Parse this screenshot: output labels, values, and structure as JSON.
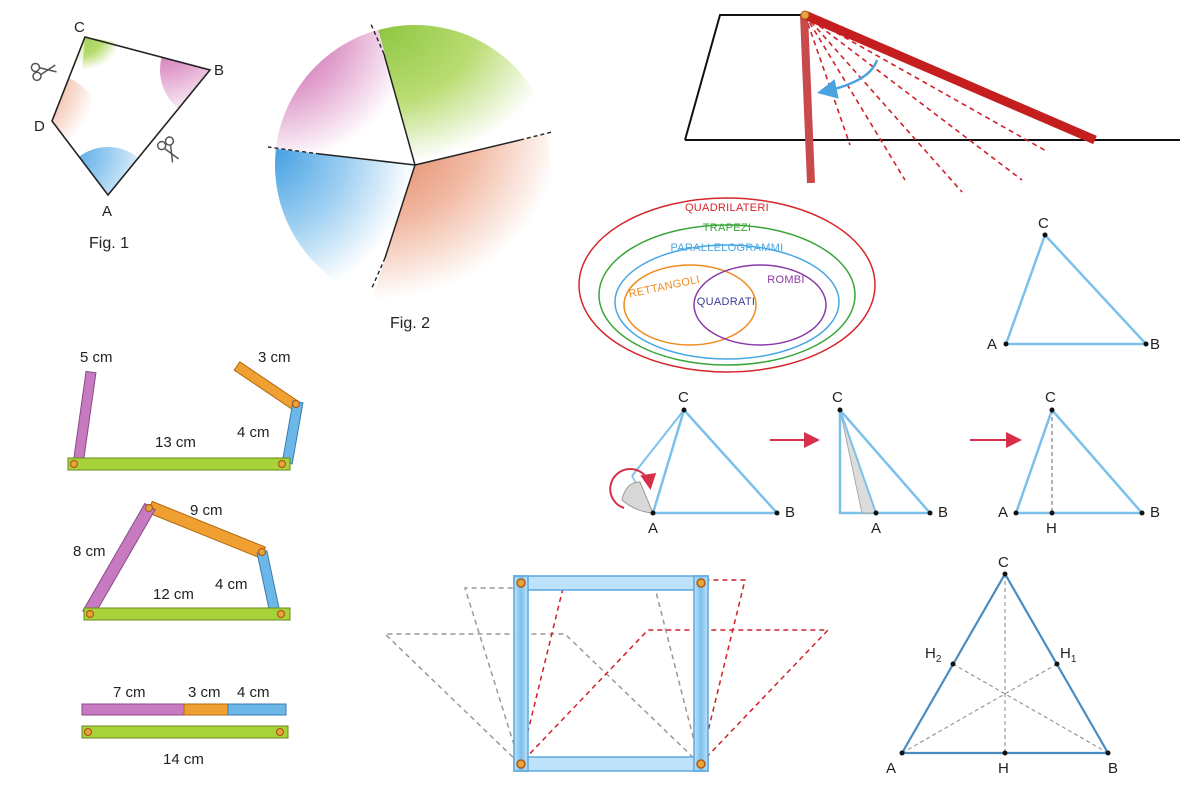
{
  "fig1": {
    "caption": "Fig. 1",
    "vertices": {
      "a": "A",
      "b": "B",
      "c": "C",
      "d": "D"
    }
  },
  "fig2": {
    "caption": "Fig. 2"
  },
  "venn": {
    "quadrilaterals": "QUADRILATERI",
    "trapezoids": "TRAPEZI",
    "parallelograms": "PARALLELOGRAMMI",
    "rectangles": "RETTANGOLI",
    "rhombi": "ROMBI",
    "squares": "QUADRATI"
  },
  "triangle_top": {
    "a": "A",
    "b": "B",
    "c": "C"
  },
  "fold_sequence": {
    "step1": {
      "a": "A",
      "b": "B",
      "c": "C"
    },
    "step2": {
      "a": "A",
      "b": "B",
      "c": "C"
    },
    "step3": {
      "a": "A",
      "b": "B",
      "c": "C",
      "h": "H"
    }
  },
  "orthocenter_triangle": {
    "a": "A",
    "b": "B",
    "c": "C",
    "h": "H",
    "h1": "H",
    "h1_sub": "1",
    "h2": "H",
    "h2_sub": "2"
  },
  "sticks_set1": {
    "s5": "5 cm",
    "s3": "3 cm",
    "s13": "13 cm",
    "s4": "4 cm"
  },
  "sticks_set2": {
    "s9": "9 cm",
    "s8": "8 cm",
    "s12": "12 cm",
    "s4": "4 cm"
  },
  "sticks_set3": {
    "s7": "7 cm",
    "s3": "3 cm",
    "s4": "4 cm",
    "s14": "14 cm"
  },
  "colors": {
    "green": "#a8d23a",
    "pink": "#c77ac0",
    "blue": "#6bb8e8",
    "orange": "#f0a030",
    "red": "#d02a20",
    "triangle": "#7cc0ec"
  }
}
